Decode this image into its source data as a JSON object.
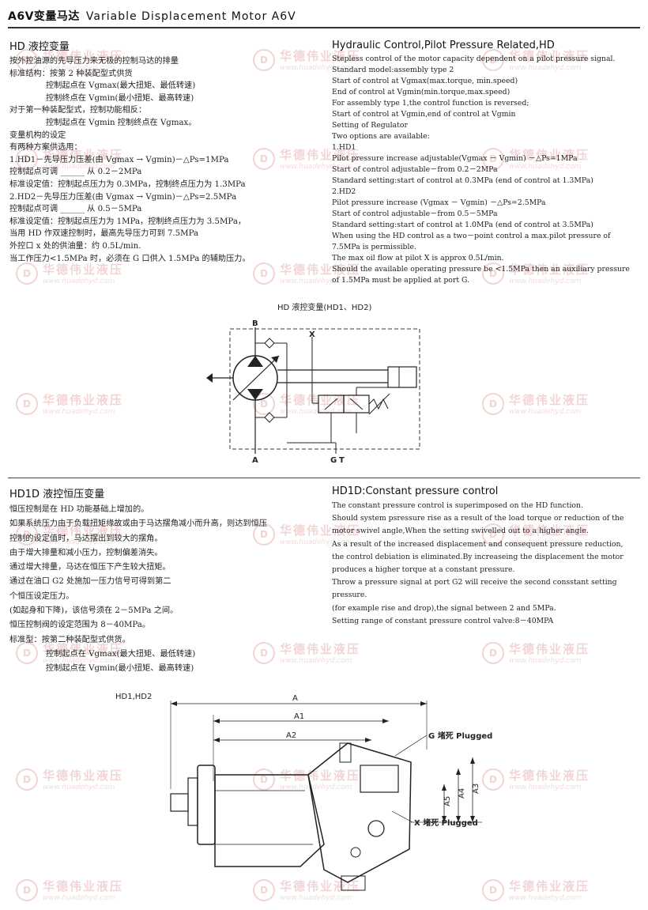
{
  "header": {
    "title_cn": "A6V变量马达",
    "title_en": "Variable Displacement Motor A6V"
  },
  "watermark": {
    "company": "华德伟业液压",
    "url": "www.huadehyd.com",
    "logo_letter": "D",
    "color": "#e39a9a"
  },
  "hd_section": {
    "cn_title": "HD 液控变量",
    "cn_lines": [
      "按外控油源的先导压力来无极的控制马达的排量",
      "标准结构：按第 2 种装配型式供货",
      "控制起点在 Vgmax(最大扭矩、最低转速)",
      "控制终点在 Vgmin(最小扭矩、最高转速)",
      "对于第一种装配型式，控制功能相反：",
      "控制起点在 Vgmin    控制终点在 Vgmax。",
      "变量机构的设定",
      "有两种方案供选用：",
      "1.HD1－先导压力压差(由 Vgmax → Vgmin)－△Ps=1MPa",
      "控制起点可调 ______ 从 0.2－2MPa",
      "标准设定值：控制起点压力为 0.3MPa，控制终点压力为 1.3MPa",
      "2.HD2－先导压力压差(由 Vgmax → Vgmin)－△Ps=2.5MPa",
      "控制起点可调 ______ 从 0.5－5MPa",
      "标准设定值：控制起点压力为 1MPa，控制终点压力为 3.5MPa，",
      "当用 HD 作双速控制时，最高先导压力可到 7.5MPa",
      "外控口 x 处的供油量：约 0.5L/min.",
      "当工作压力<1.5MPa 时，必须在 G 口供入 1.5MPa 的辅助压力。"
    ],
    "en_title": "Hydraulic Control,Pilot Pressure Related,HD",
    "en_lines": [
      "Stepless control of the motor capacity dependent on a pilot pressure signal.",
      "Standard model:assembly type 2",
      "Start of control at Vgmax(max.torque, min.speed)",
      "End of control at Vgmin(min.torque,max.speed)",
      "For assembly type 1,the control function is reversed;",
      "Start of control at Vgmin,end of control at Vgmin",
      "Setting of Regulator",
      "Two options are available:",
      "1.HD1",
      "Pilot pressure increase adjustable(Vgmax － Vgmin) －△Ps=1MPa",
      "Start of control adjustable－from 0.2－2MPa",
      "Standard setting:start of control at 0.3MPa (end of control at 1.3MPa)",
      "2.HD2",
      "Pilot pressure increase (Vgmax － Vgmin) －△Ps=2.5MPa",
      "Start of control adjustable－from 0.5－5MPa",
      "Standard setting:start of control at 1.0MPa (end of control at 3.5MPa)",
      "When using the HD control as a two－point control a max.pilot pressure of 7.5MPa is permissible.",
      "The max oil flow at pilot X is approx 0.5L/min.",
      "Should the available operating pressure be <1.5MPa then an auxiliary pressure of 1.5MPa must be applied at port G."
    ],
    "diagram": {
      "title": "HD 液控变量(HD1、HD2)",
      "port_b": "B",
      "port_x": "X",
      "port_a": "A",
      "port_g": "G",
      "port_t": "T"
    }
  },
  "hd1d_section": {
    "cn_title": "HD1D 液控恒压变量",
    "cn_lines": [
      "恒压控制是在 HD 功能基础上增加的。",
      "如果系统压力由于负载扭矩缘故或由于马达摆角减小而升高，则达到恒压",
      "控制的设定值时，马达摆出到较大的摆角。",
      "由于增大排量和减小压力，控制偏差消失。",
      "通过增大排量，马达在恒压下产生较大扭矩。",
      "通过在油口 G2 处施加一压力信号可得到第二",
      "个恒压设定压力。",
      "(如起身和下降)，该信号须在 2－5MPa 之间。",
      "恒压控制阀的设定范围为 8－40MPa。",
      "标准型：按第二种装配型式供货。",
      "控制起点在 Vgmax(最大扭矩、最低转速)",
      "控制起点在 Vgmin(最小扭矩、最高转速)"
    ],
    "en_title": "HD1D:Constant pressure control",
    "en_lines": [
      "The constant pressure control is superimposed on the HD function.",
      "Should system psressure rise as a result of the load torque or reduction of the motor swivel angle,When the setting swivelled out to a higher angle.",
      "As a result of the increased displacement and consequent pressure reduction, the control debiation is eliminated.By increaseing the displacement the motor produces a higher torque at a constant pressure.",
      "Throw a pressure signal at port G2 will receive the second consstant setting pressure.",
      "(for example rise and drop),the signal between 2 and 5MPa.",
      "Setting range of constant pressure control valve:8－40MPA"
    ],
    "drawing": {
      "label": "HD1,HD2",
      "dim_a": "A",
      "dim_a1": "A1",
      "dim_a2": "A2",
      "dim_a3": "A3",
      "dim_a4": "A4",
      "dim_a5": "A5",
      "g_plugged": "G 堵死 Plugged",
      "x_plugged": "X 堵死 Plugged"
    }
  }
}
